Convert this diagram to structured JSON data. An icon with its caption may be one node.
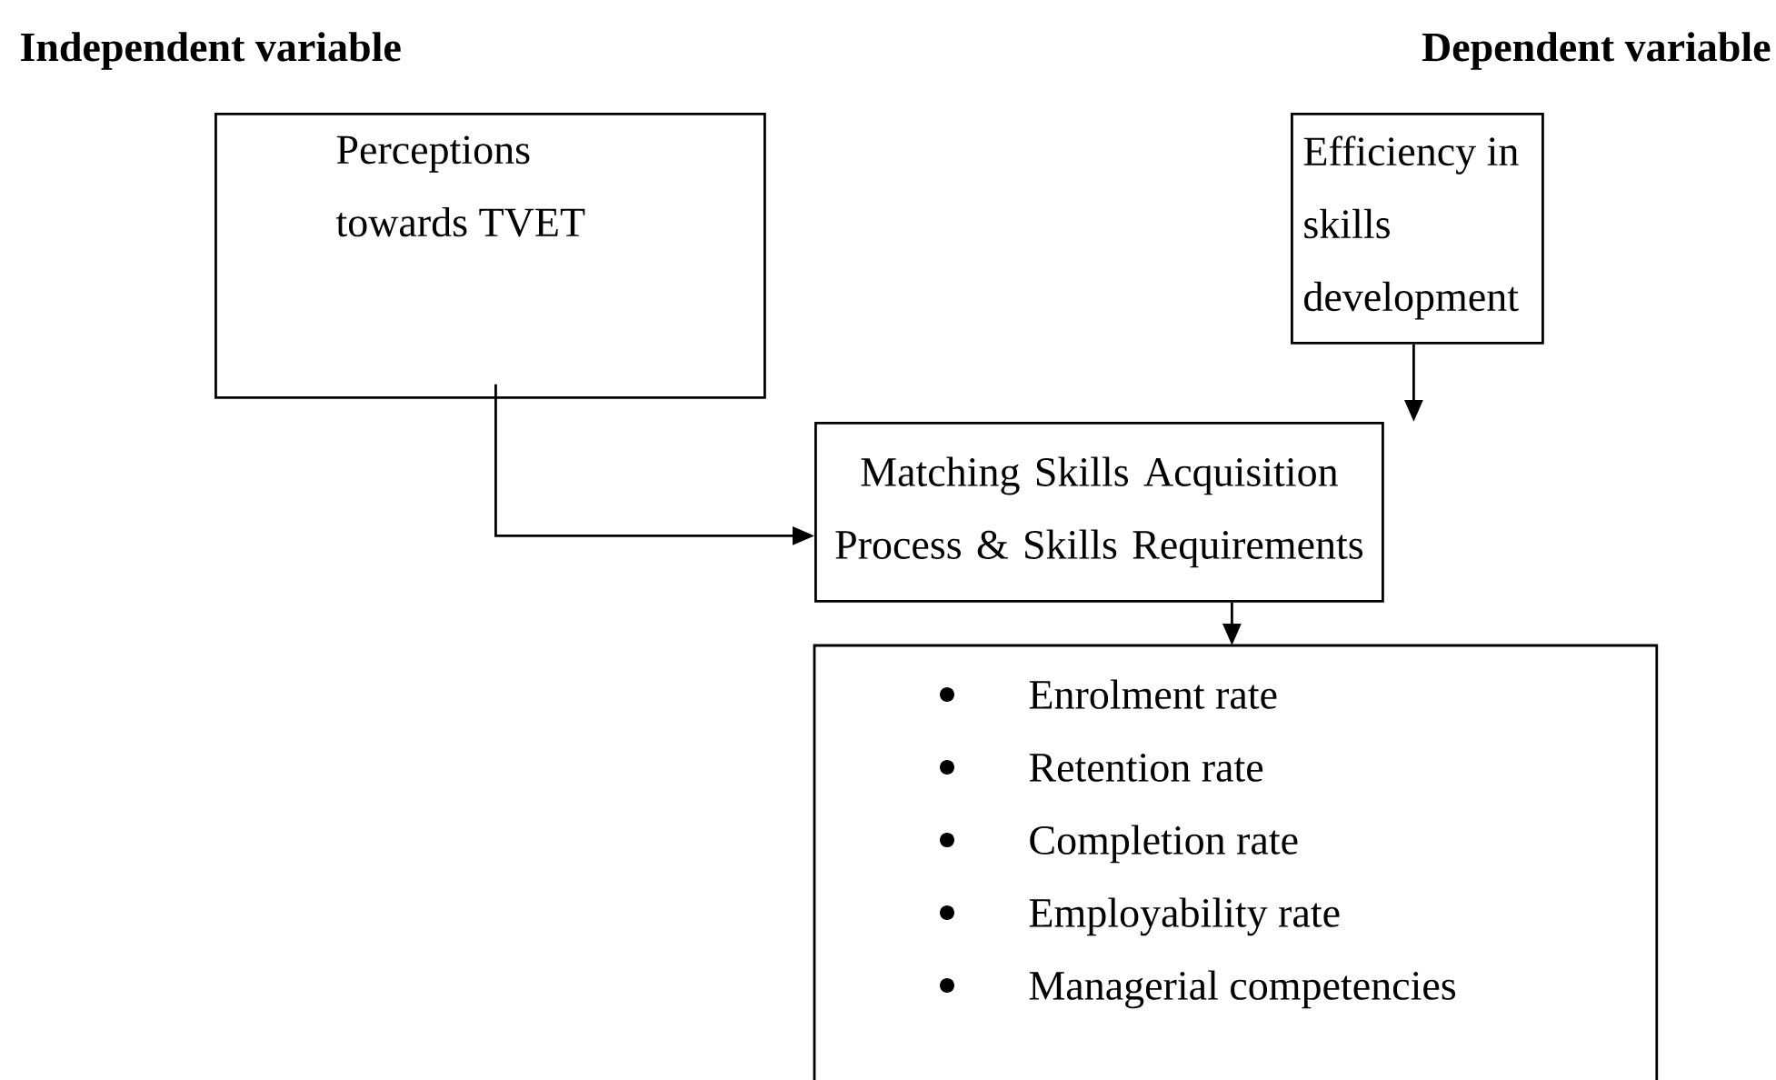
{
  "diagram": {
    "nodes": [
      {
        "text": [
          "Perceptions towards TVET"
        ]
      },
      {
        "text": [
          "Efficiency in skills development"
        ]
      },
      {
        "text": [
          "Matching Skills Acquisition Process & Skills Requirements"
        ]
      },
      {
        "text": [
          "Enrolment rate",
          "Retention rate",
          "Completion rate",
          "Employability rate",
          "Managerial competencies"
        ]
      }
    ],
    "edges": [
      {
        "from": 0,
        "to": 2,
        "arrow": "to"
      },
      {
        "from": 1,
        "to": 2,
        "arrow": "to"
      },
      {
        "from": 2,
        "to": 3,
        "arrow": "to"
      }
    ],
    "labels": [
      "Independent variable",
      "Dependent variable"
    ]
  }
}
